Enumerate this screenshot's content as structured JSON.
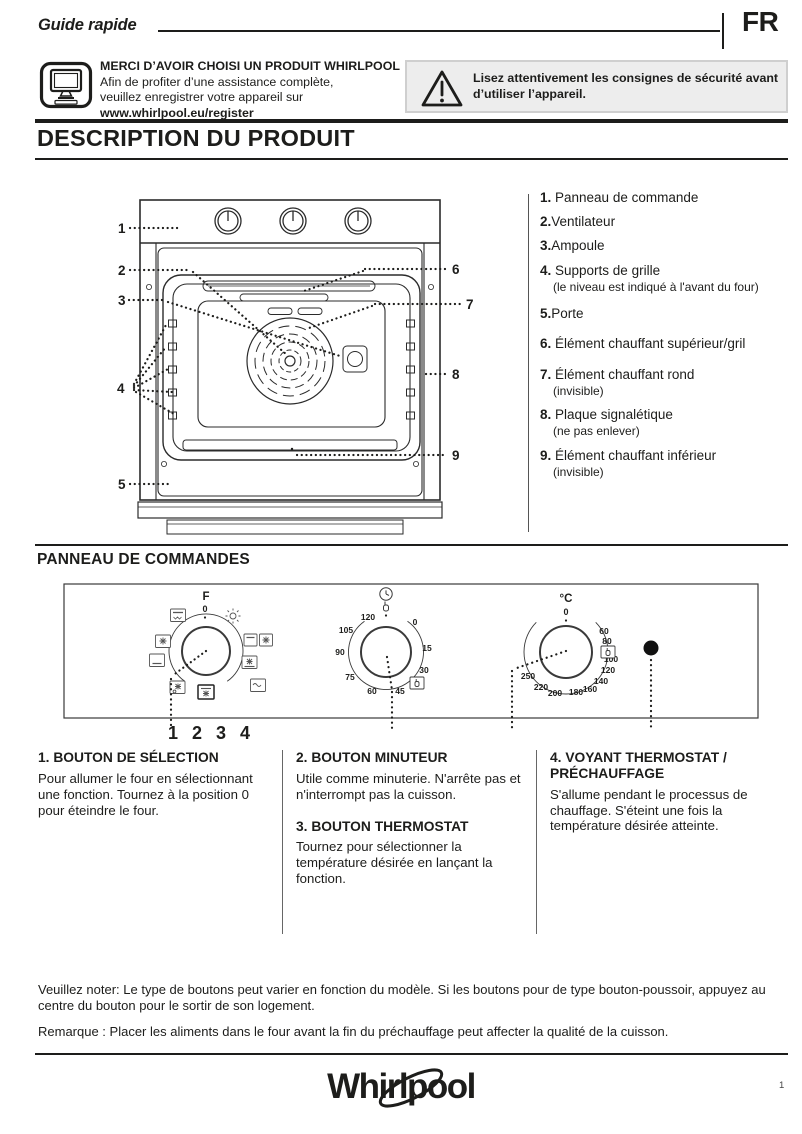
{
  "header": {
    "guide": "Guide rapide",
    "lang": "FR"
  },
  "register": {
    "title": "MERCI D’AVOIR CHOISI UN PRODUIT WHIRLPOOL",
    "line1": "Afin de profiter d’une assistance complète,",
    "line2": "veuillez enregistrer votre appareil sur",
    "url": "www.whirlpool.eu/register"
  },
  "warning": {
    "line1": "Lisez attentivement les consignes de sécurité avant",
    "line2": "d’utiliser l’appareil."
  },
  "product": {
    "title": "DESCRIPTION DU PRODUIT",
    "diagram_numbers": [
      "1",
      "2",
      "3",
      "4",
      "5",
      "6",
      "7",
      "8",
      "9"
    ],
    "parts": [
      {
        "num": "1.",
        "label": " Panneau de commande",
        "note": ""
      },
      {
        "num": "2.",
        "label": "Ventilateur",
        "note": ""
      },
      {
        "num": "3.",
        "label": "Ampoule",
        "note": ""
      },
      {
        "num": "4.",
        "label": " Supports de grille",
        "note": "(le niveau est indiqué à l'avant du four)"
      },
      {
        "num": "5.",
        "label": "Porte",
        "note": ""
      },
      {
        "num": "6.",
        "label": " Élément chauffant supérieur/gril",
        "note": ""
      },
      {
        "num": "7.",
        "label": " Élément chauffant rond",
        "note": "(invisible)"
      },
      {
        "num": "8.",
        "label": " Plaque signalétique",
        "note": "(ne pas enlever)"
      },
      {
        "num": "9.",
        "label": " Élément chauffant inférieur",
        "note": "(invisible)"
      }
    ]
  },
  "panel": {
    "title": "PANNEAU DE COMMANDES",
    "selector": {
      "label": "F",
      "zero": "0"
    },
    "timer": {
      "ticks": [
        "0",
        "15",
        "30",
        "45",
        "60",
        "75",
        "90",
        "105",
        "120"
      ]
    },
    "thermostat": {
      "label": "°C",
      "zero": "0",
      "ticks": [
        "60",
        "80",
        "100",
        "120",
        "140",
        "160",
        "180",
        "200",
        "220",
        "250"
      ]
    },
    "knob_numbers": "1 2 3 4"
  },
  "controls": [
    {
      "title": "1. BOUTON DE SÉLECTION",
      "body": "Pour allumer le four en sélectionnant une fonction. Tournez à la position 0 pour éteindre le four."
    },
    {
      "title": "2. BOUTON MINUTEUR",
      "body": "Utile comme minuterie. N'arrête pas et n'interrompt pas la cuisson."
    },
    {
      "title": "3. BOUTON THERMOSTAT",
      "body": "Tournez pour sélectionner la température désirée en lançant la fonction."
    },
    {
      "title": "4. VOYANT THERMOSTAT / PRÉCHAUFFAGE",
      "body": "S'allume pendant le processus de chauffage. S'éteint une fois la température désirée atteinte."
    }
  ],
  "notes": {
    "note1": "Veuillez noter: Le type de boutons peut varier en fonction du modèle. Si les boutons pour de type bouton-poussoir, appuyez au centre du bouton pour le sortir de son logement.",
    "note2": "Remarque : Placer les aliments dans le four avant la fin du préchauffage peut affecter la qualité de la cuisson."
  },
  "footer": {
    "brand": "Whirlpool",
    "page": "1"
  },
  "colors": {
    "ink": "#1d1d1b",
    "warning_bg": "#ededed",
    "warning_border": "#cfcfcf"
  }
}
